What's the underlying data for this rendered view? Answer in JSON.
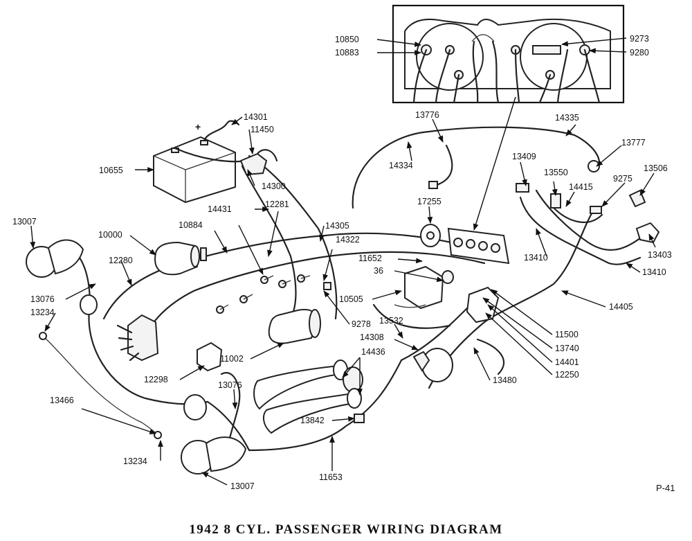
{
  "diagram": {
    "caption": "1942 8 CYL. PASSENGER WIRING DIAGRAM",
    "page_ref": "P-41",
    "battery_polarity": "+",
    "part_labels": [
      {
        "id": "10850",
        "name": "part-10850"
      },
      {
        "id": "10883",
        "name": "part-10883"
      },
      {
        "id": "9273",
        "name": "part-9273"
      },
      {
        "id": "9280",
        "name": "part-9280"
      },
      {
        "id": "13776",
        "name": "part-13776"
      },
      {
        "id": "14335",
        "name": "part-14335"
      },
      {
        "id": "14301",
        "name": "part-14301"
      },
      {
        "id": "11450",
        "name": "part-11450"
      },
      {
        "id": "13777",
        "name": "part-13777"
      },
      {
        "id": "14334",
        "name": "part-14334"
      },
      {
        "id": "13409",
        "name": "part-13409"
      },
      {
        "id": "13550",
        "name": "part-13550"
      },
      {
        "id": "13506",
        "name": "part-13506"
      },
      {
        "id": "9275",
        "name": "part-9275"
      },
      {
        "id": "14415",
        "name": "part-14415"
      },
      {
        "id": "10655",
        "name": "part-10655"
      },
      {
        "id": "14300",
        "name": "part-14300"
      },
      {
        "id": "17255",
        "name": "part-17255"
      },
      {
        "id": "14431",
        "name": "part-14431"
      },
      {
        "id": "12281",
        "name": "part-12281"
      },
      {
        "id": "13007",
        "name": "part-13007-top"
      },
      {
        "id": "14305",
        "name": "part-14305"
      },
      {
        "id": "10884",
        "name": "part-10884"
      },
      {
        "id": "14322",
        "name": "part-14322"
      },
      {
        "id": "13403",
        "name": "part-13403"
      },
      {
        "id": "10000",
        "name": "part-10000"
      },
      {
        "id": "13410",
        "name": "part-13410-a"
      },
      {
        "id": "11652",
        "name": "part-11652"
      },
      {
        "id": "12280",
        "name": "part-12280"
      },
      {
        "id": "36",
        "name": "part-36"
      },
      {
        "id": "13410",
        "name": "part-13410-b"
      },
      {
        "id": "13076",
        "name": "part-13076-a"
      },
      {
        "id": "10505",
        "name": "part-10505"
      },
      {
        "id": "13234",
        "name": "part-13234-a"
      },
      {
        "id": "14405",
        "name": "part-14405"
      },
      {
        "id": "9278",
        "name": "part-9278"
      },
      {
        "id": "13532",
        "name": "part-13532"
      },
      {
        "id": "11500",
        "name": "part-11500"
      },
      {
        "id": "14308",
        "name": "part-14308"
      },
      {
        "id": "13740",
        "name": "part-13740"
      },
      {
        "id": "11002",
        "name": "part-11002"
      },
      {
        "id": "14436",
        "name": "part-14436"
      },
      {
        "id": "14401",
        "name": "part-14401"
      },
      {
        "id": "12250",
        "name": "part-12250"
      },
      {
        "id": "12298",
        "name": "part-12298"
      },
      {
        "id": "13076",
        "name": "part-13076-b"
      },
      {
        "id": "13480",
        "name": "part-13480"
      },
      {
        "id": "13466",
        "name": "part-13466"
      },
      {
        "id": "13842",
        "name": "part-13842"
      },
      {
        "id": "13234",
        "name": "part-13234-b"
      },
      {
        "id": "11653",
        "name": "part-11653"
      },
      {
        "id": "13007",
        "name": "part-13007-bottom"
      }
    ]
  }
}
